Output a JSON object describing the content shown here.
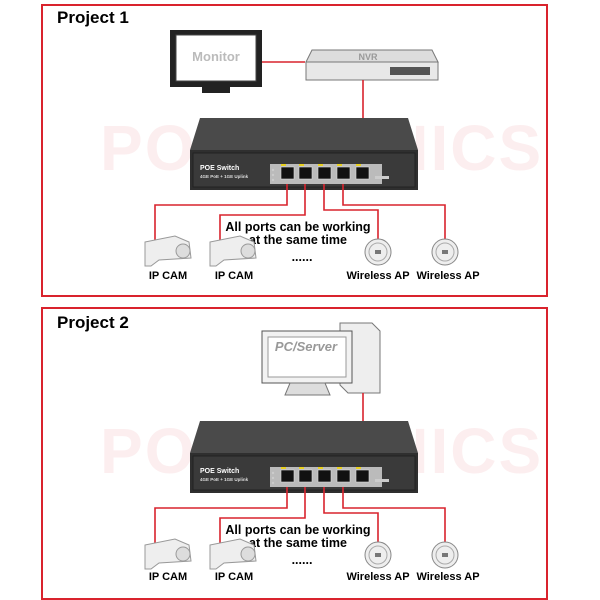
{
  "projects": [
    {
      "title": "Project 1",
      "host_device": "Monitor",
      "recorder": "NVR",
      "switch": {
        "name": "POE Switch",
        "spec": "4GE PoE + 1GE Uplink"
      },
      "note_line1": "All ports can be working",
      "note_line2": "at the same time",
      "ellipsis": "......",
      "devices": [
        "IP CAM",
        "IP CAM",
        "Wireless AP",
        "Wireless AP"
      ]
    },
    {
      "title": "Project 2",
      "host_device": "PC/Server",
      "switch": {
        "name": "POE Switch",
        "spec": "4GE PoE + 1GE Uplink"
      },
      "note_line1": "All ports can be working",
      "note_line2": "at the same time",
      "ellipsis": "......",
      "devices": [
        "IP CAM",
        "IP CAM",
        "Wireless AP",
        "Wireless AP"
      ]
    }
  ],
  "watermark": "POETRONICS",
  "colors": {
    "border": "#d9232d",
    "wire": "#d9232d",
    "switch": "#3a3a3a"
  }
}
